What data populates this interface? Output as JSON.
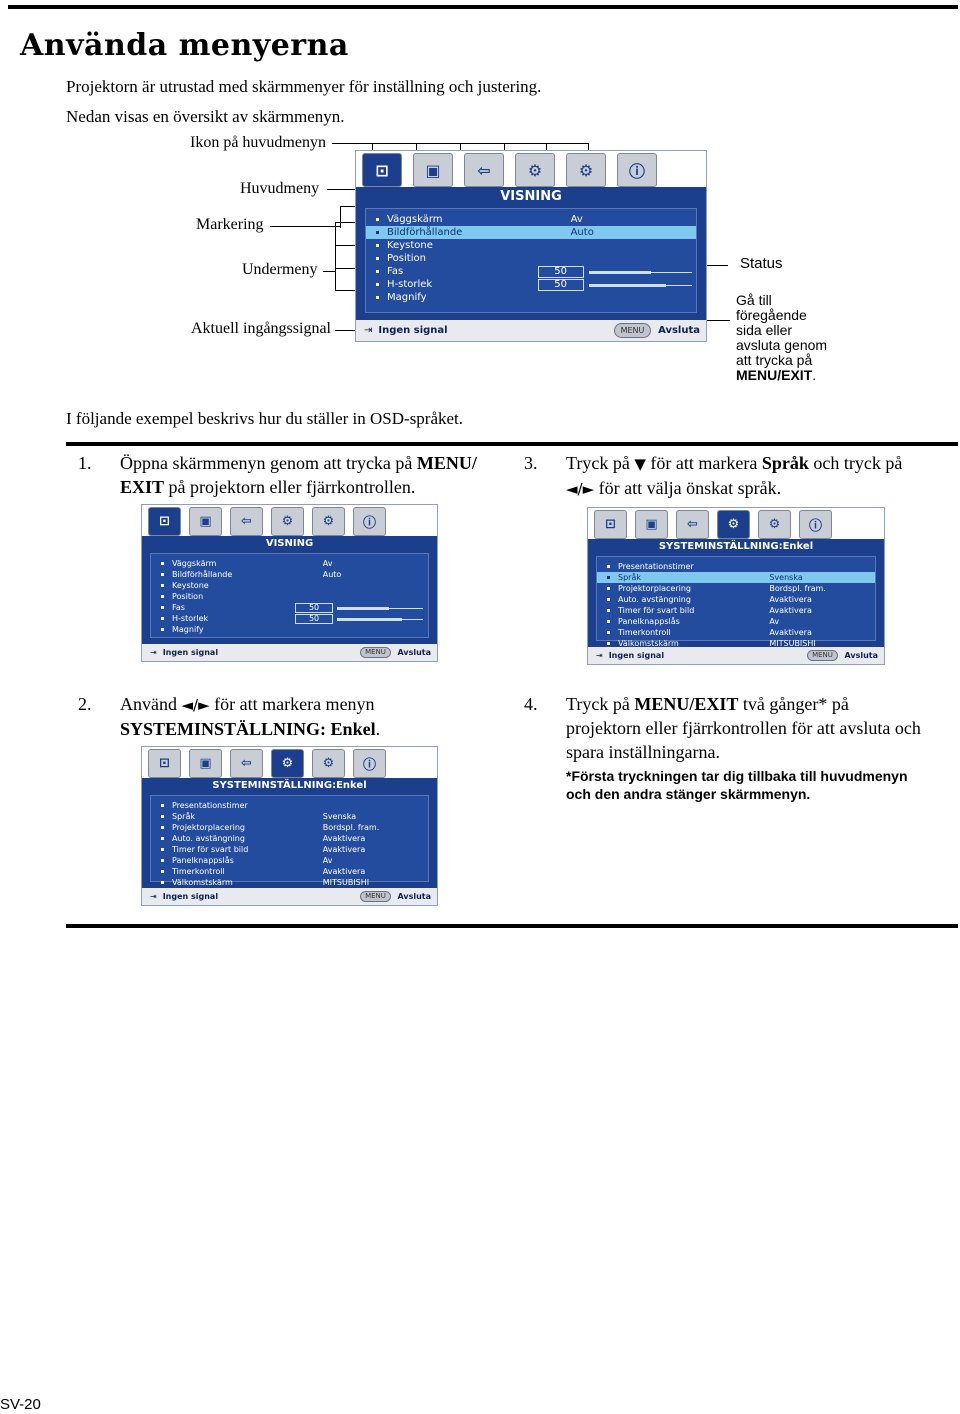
{
  "heading": "Använda menyerna",
  "intro1": "Projektorn är utrustad med skärmmenyer för inställning och justering.",
  "intro2": "Nedan visas en översikt av skärmmenyn.",
  "callouts": {
    "icon_main": "Ikon på huvudmenyn",
    "main_menu": "Huvudmeny",
    "highlight": "Markering",
    "submenu": "Undermeny",
    "current_input": "Aktuell ingångssignal",
    "status": "Status",
    "back_l1": "Gå till",
    "back_l2": "föregående",
    "back_l3": "sida eller",
    "back_l4": "avsluta genom",
    "back_l5": "att trycka på",
    "back_l6": "MENU/EXIT",
    "back_l6_end": "."
  },
  "example_intro": "I följande exempel beskrivs hur du ställer in OSD-språket.",
  "steps": {
    "s1_num": "1.",
    "s1_a": "Öppna skärmmenyn genom att trycka på ",
    "s1_b": "MENU/",
    "s1_c": "EXIT",
    "s1_d": " på projektorn eller fjärrkontrollen.",
    "s2_num": "2.",
    "s2_a": "Använd ",
    "s2_arrows": "◄/►",
    "s2_b": " för att markera menyn",
    "s2_c": "SYSTEMINSTÄLLNING: Enkel",
    "s2_d": ".",
    "s3_num": "3.",
    "s3_a": "Tryck på ",
    "s3_down": "▼",
    "s3_b": " för att markera ",
    "s3_c": "Språk",
    "s3_d": " och tryck på",
    "s3_arrows": "◄/►",
    "s3_e": " för att välja önskat språk.",
    "s4_num": "4.",
    "s4_a": "Tryck på ",
    "s4_b": "MENU/EXIT",
    "s4_c": " två gånger* på",
    "s4_d": "projektorn eller fjärrkontrollen för att avsluta och",
    "s4_e": "spara inställningarna.",
    "note_l1": "*Första tryckningen tar dig tillbaka till huvudmenyn",
    "note_l2": "och den andra stänger skärmmenyn."
  },
  "osd_visning": {
    "title": "VISNING",
    "items": [
      "Väggskärm",
      "Bildförhållande",
      "Keystone",
      "Position",
      "Fas",
      "H-storlek",
      "Magnify"
    ],
    "values": [
      "Av",
      "Auto",
      "",
      "",
      "50",
      "50",
      ""
    ],
    "highlight_index": 1,
    "fas_level": 0.6,
    "hsize_level": 0.75
  },
  "osd_system": {
    "title": "SYSTEMINSTÄLLNING:Enkel",
    "items": [
      "Presentationstimer",
      "Språk",
      "Projektorplacering",
      "Auto. avstängning",
      "Timer för svart bild",
      "Panelknappslås",
      "Timerkontroll",
      "Välkomstskärm"
    ],
    "values": [
      "",
      "Svenska",
      "Bordspl. fram.",
      "Avaktivera",
      "Avaktivera",
      "Av",
      "Avaktivera",
      "MITSUBISHI"
    ]
  },
  "osd_common": {
    "input": "Ingen signal",
    "menu": "MENU",
    "exit": "Avsluta"
  },
  "page_label": "SV-20"
}
